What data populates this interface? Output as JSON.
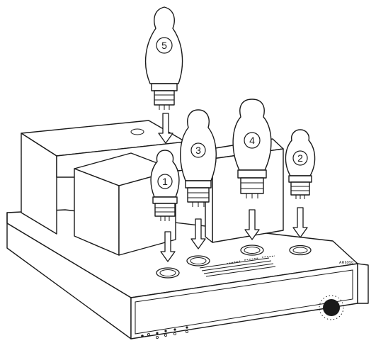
{
  "diagram": {
    "brand_label": "AR6950",
    "tubes": [
      {
        "number": "1",
        "label": "1"
      },
      {
        "number": "2",
        "label": "2"
      },
      {
        "number": "3",
        "label": "3"
      },
      {
        "number": "4",
        "label": "4"
      },
      {
        "number": "5",
        "label": "5"
      }
    ],
    "colors": {
      "stroke": "#1a1a1a",
      "fill": "#ffffff",
      "panel": "#ffffff"
    },
    "icons": [
      "down-arrow-icon",
      "volume-knob-icon",
      "power-led-icon"
    ]
  }
}
